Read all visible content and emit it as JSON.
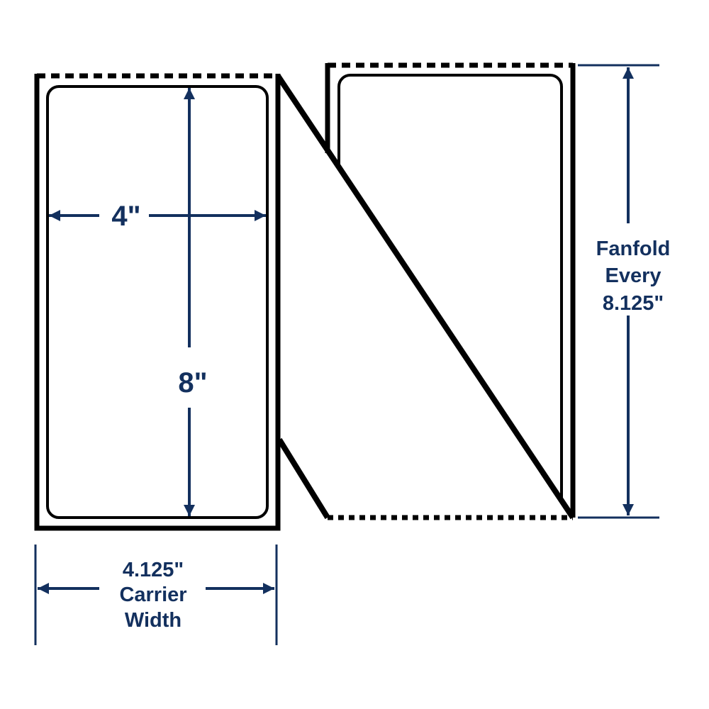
{
  "colors": {
    "outline": "#000000",
    "dimension": "#13305e"
  },
  "label_dimensions": {
    "width": "4\"",
    "height": "8\""
  },
  "carrier": {
    "value": "4.125\"",
    "line2": "Carrier",
    "line3": "Width"
  },
  "fanfold": {
    "line1": "Fanfold",
    "line2": "Every",
    "value": "8.125\""
  }
}
